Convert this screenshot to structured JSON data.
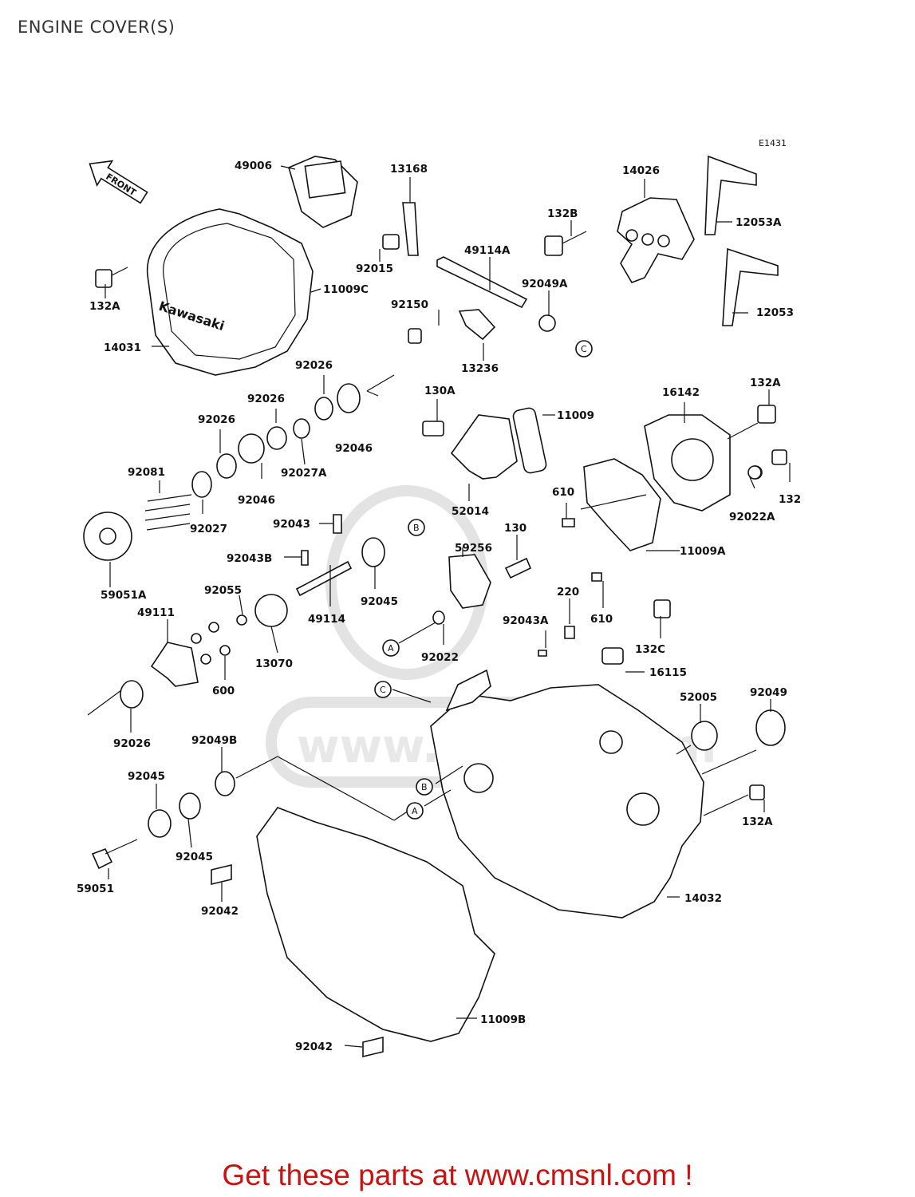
{
  "page_title": "ENGINE COVER(S)",
  "diagram_code": "E1431",
  "front_badge": "FRONT",
  "brand_on_cover": "Kawasaki",
  "watermark": "www.cmsnl.com",
  "footer": "Get these parts at www.cmsnl.com !",
  "parts": [
    "49006",
    "13168",
    "14026",
    "12053A",
    "132B",
    "92015",
    "49114A",
    "92049A",
    "132A",
    "11009C",
    "92150",
    "12053",
    "14031",
    "13236",
    "92026",
    "92026",
    "92046",
    "130A",
    "11009",
    "16142",
    "132A",
    "92026",
    "92027A",
    "92081",
    "92046",
    "610",
    "132",
    "92027",
    "92022A",
    "92043",
    "52014",
    "130",
    "59051A",
    "92043B",
    "59256",
    "11009A",
    "92045",
    "92055",
    "49114",
    "220",
    "49111",
    "610",
    "92022",
    "92043A",
    "132C",
    "13070",
    "600",
    "16115",
    "52005",
    "92049",
    "92026",
    "92049B",
    "92045",
    "92045",
    "132A",
    "59051",
    "14032",
    "92042",
    "11009B",
    "92042"
  ],
  "callouts": [
    "A",
    "B",
    "C"
  ]
}
